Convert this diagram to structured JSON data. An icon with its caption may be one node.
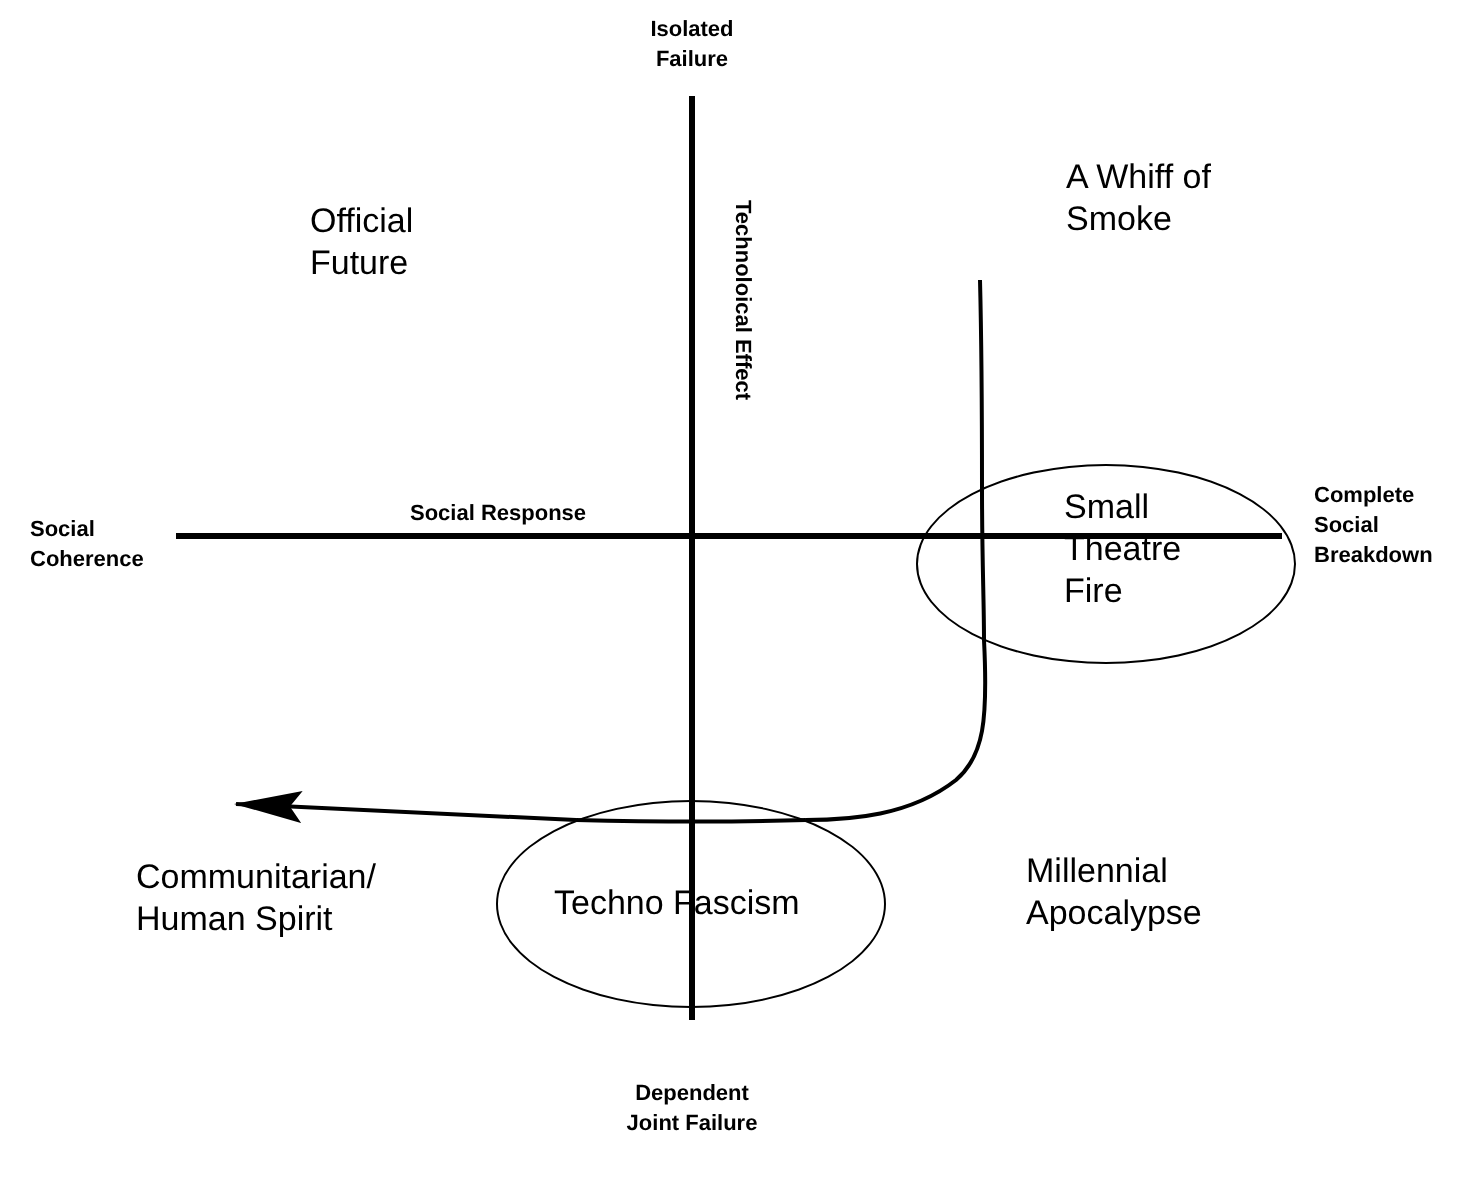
{
  "diagram": {
    "nodes": [
      {
        "text": [
          "A Whiff of Smoke"
        ]
      },
      {
        "text": [
          "Small Theatre Fire"
        ]
      },
      {
        "text": [
          "Techno Fascism"
        ]
      },
      {
        "text": [
          "Communitarian/ Human Spirit"
        ]
      }
    ],
    "edges": [
      {
        "from": 0,
        "to": 1,
        "arrow": "none"
      },
      {
        "from": 1,
        "to": 2,
        "arrow": "none"
      },
      {
        "from": 2,
        "to": 3,
        "arrow": "to"
      }
    ],
    "labels": [
      "Isolated Failure",
      "Official Future",
      "Technoloical Effect",
      "Social Response",
      "Social Coherence",
      "Complete Social Breakdown",
      "Millennial Apocalypse",
      "Dependent Joint Failure"
    ]
  }
}
